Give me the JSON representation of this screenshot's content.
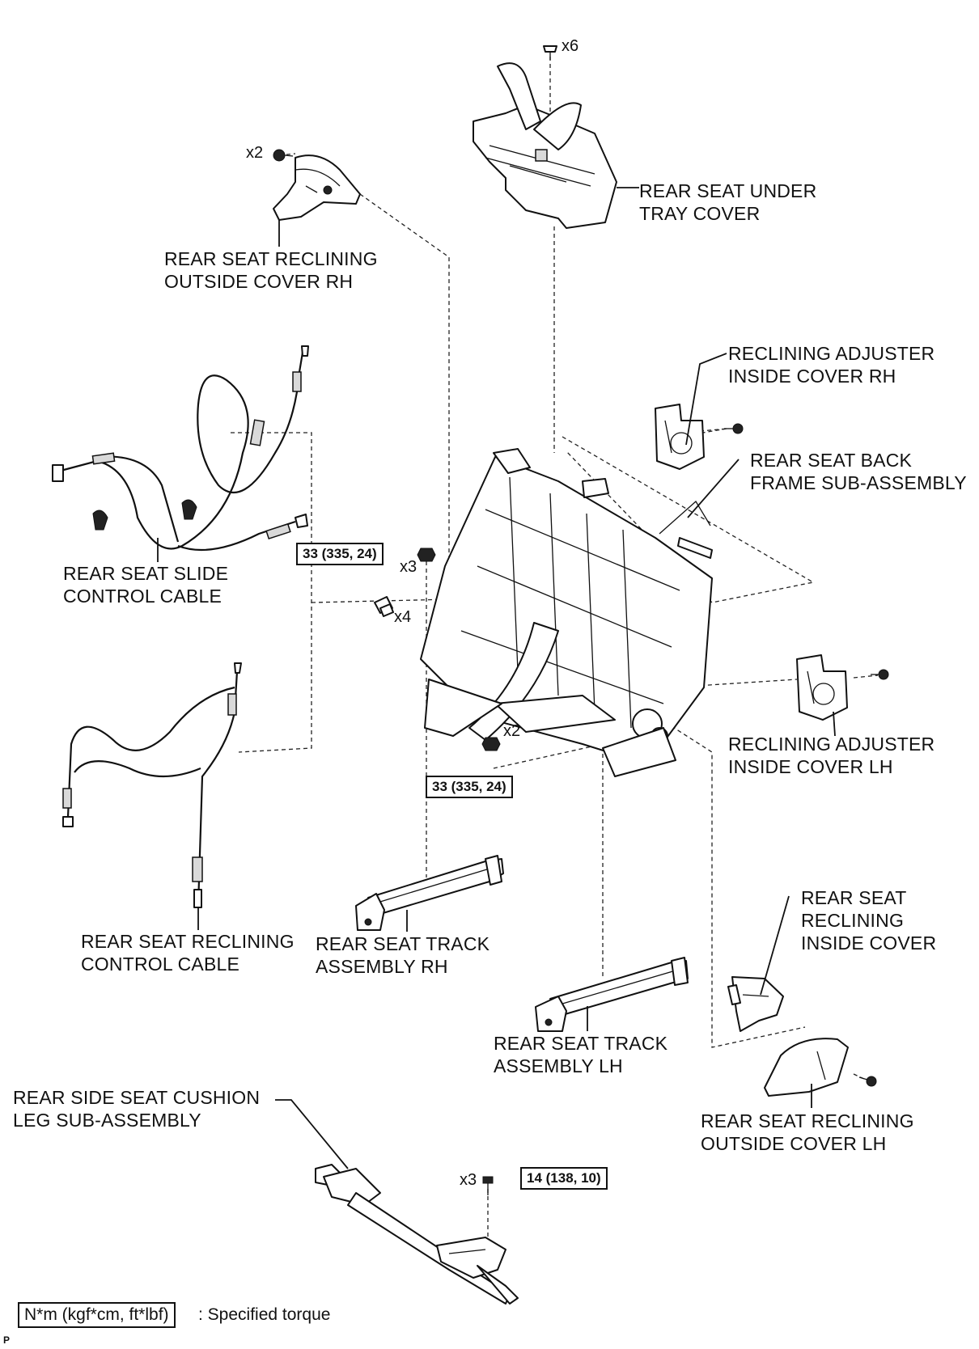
{
  "labels": {
    "under_tray_cover": [
      "REAR SEAT UNDER",
      "TRAY COVER"
    ],
    "reclining_outside_cover_rh": [
      "REAR SEAT RECLINING",
      "OUTSIDE COVER RH"
    ],
    "reclining_adjuster_inside_cover_rh": [
      "RECLINING ADJUSTER",
      "INSIDE COVER RH"
    ],
    "back_frame_sub_assembly": [
      "REAR SEAT BACK",
      "FRAME SUB-ASSEMBLY"
    ],
    "slide_control_cable": [
      "REAR SEAT SLIDE",
      "CONTROL CABLE"
    ],
    "reclining_adjuster_inside_cover_lh": [
      "RECLINING ADJUSTER",
      "INSIDE COVER LH"
    ],
    "reclining_control_cable": [
      "REAR SEAT RECLINING",
      "CONTROL CABLE"
    ],
    "track_assembly_rh": [
      "REAR SEAT TRACK",
      "ASSEMBLY RH"
    ],
    "reclining_inside_cover": [
      "REAR SEAT",
      "RECLINING",
      "INSIDE COVER"
    ],
    "track_assembly_lh": [
      "REAR SEAT TRACK",
      "ASSEMBLY LH"
    ],
    "cushion_leg_sub_assembly": [
      "REAR SIDE SEAT CUSHION",
      "LEG SUB-ASSEMBLY"
    ],
    "reclining_outside_cover_lh": [
      "REAR SEAT RECLINING",
      "OUTSIDE COVER LH"
    ]
  },
  "quantities": {
    "tray_clips": "x6",
    "outside_cover_rh_screws": "x2",
    "frame_nuts_rh": "x3",
    "frame_clips": "x4",
    "frame_nuts_lh": "x2",
    "cushion_leg_bolts": "x3"
  },
  "torques": {
    "frame_rh": "33 (335, 24)",
    "frame_lh": "33 (335, 24)",
    "cushion_leg": "14 (138, 10)"
  },
  "legend": {
    "unit": "N*m (kgf*cm, ft*lbf)",
    "description": ": Specified torque"
  },
  "corner_mark": "P"
}
